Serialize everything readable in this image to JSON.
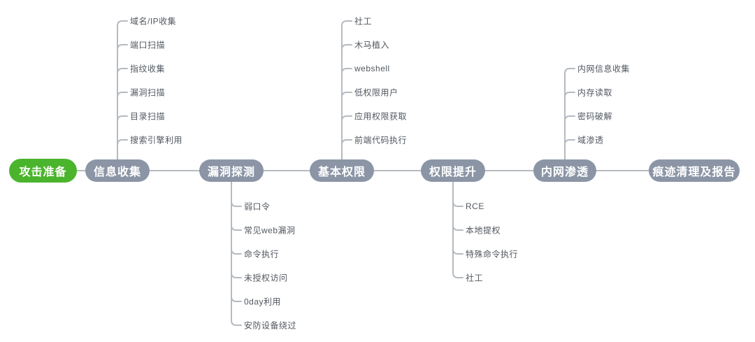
{
  "diagram": {
    "title": "penetration-testing-attack-flow-mindmap",
    "root": {
      "id": "attack-preparation",
      "label": "攻击准备"
    },
    "stages": [
      {
        "id": "information-gathering",
        "label": "信息收集",
        "branch": "up",
        "items": [
          "域名/IP收集",
          "端口扫描",
          "指纹收集",
          "漏洞扫描",
          "目录扫描",
          "搜索引擎利用"
        ]
      },
      {
        "id": "vulnerability-probing",
        "label": "漏洞探测",
        "branch": "down",
        "items": [
          "弱口令",
          "常见web漏洞",
          "命令执行",
          "未授权访问",
          "0day利用",
          "安防设备绕过"
        ]
      },
      {
        "id": "basic-privilege",
        "label": "基本权限",
        "branch": "up",
        "items": [
          "社工",
          "木马植入",
          "webshell",
          "低权限用户",
          "应用权限获取",
          "前端代码执行"
        ]
      },
      {
        "id": "privilege-escalation",
        "label": "权限提升",
        "branch": "down",
        "items": [
          "RCE",
          "本地提权",
          "特殊命令执行",
          "社工"
        ]
      },
      {
        "id": "intranet-penetration",
        "label": "内网渗透",
        "branch": "up",
        "items": [
          "内网信息收集",
          "内存读取",
          "密码破解",
          "域渗透"
        ]
      },
      {
        "id": "trace-cleanup-report",
        "label": "痕迹清理及报告",
        "branch": "none",
        "items": []
      }
    ],
    "colors": {
      "root_bg": "#4bb42d",
      "stage_bg": "#8b95a5",
      "line": "#b5bac1",
      "item_text": "#51575f",
      "node_text": "#ffffff",
      "background": "#ffffff"
    }
  }
}
